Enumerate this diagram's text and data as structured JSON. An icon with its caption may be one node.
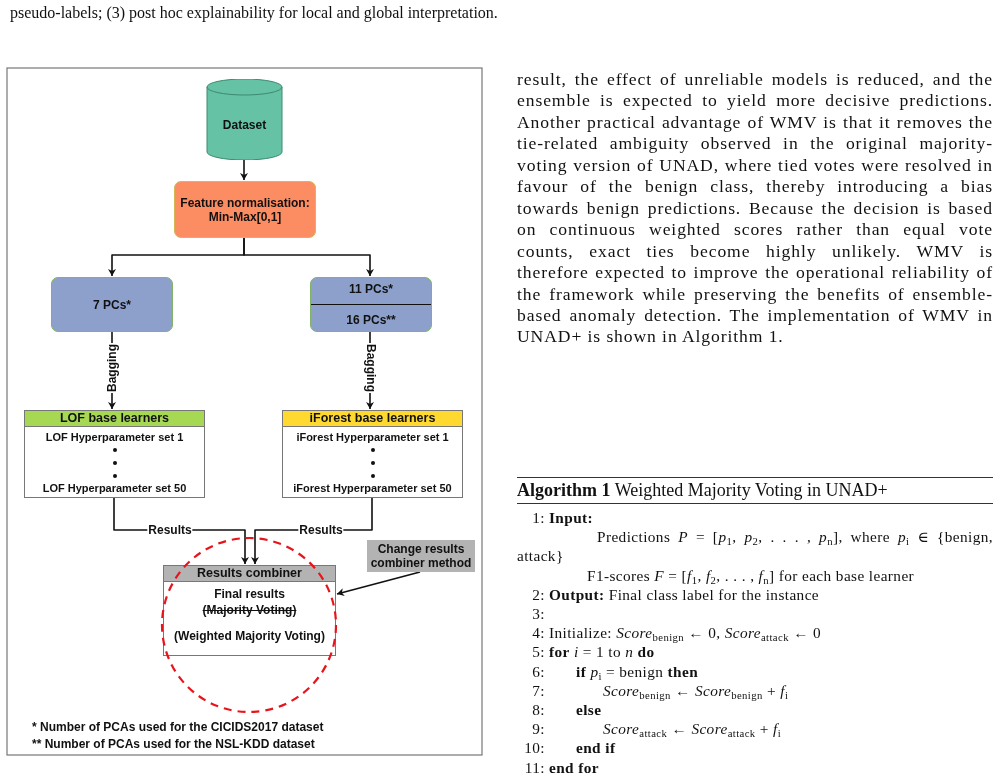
{
  "diagram": {
    "nodes": [
      {
        "text": [
          "Dataset"
        ]
      },
      {
        "text": [
          "Feature normalisation: Min-Max[0,1]"
        ]
      },
      {
        "text": [
          "7 PCs*"
        ]
      },
      {
        "text": [
          "11 PCs*",
          "16 PCs**"
        ]
      },
      {
        "text": [
          "LOF base learners",
          "LOF Hyperparameter set 1",
          "LOF Hyperparameter set 50"
        ]
      },
      {
        "text": [
          "iForest base learners",
          "iForest Hyperparameter set 1",
          "iForest Hyperparameter set 50"
        ]
      },
      {
        "text": [
          "Results combiner",
          "Final results",
          "(Majority Voting)",
          "(Weighted Majority Voting)"
        ]
      },
      {
        "text": [
          "Change results combiner method"
        ]
      }
    ],
    "edges": [
      {
        "from": 0,
        "to": 1,
        "arrow": "to"
      },
      {
        "from": 1,
        "to": 2,
        "arrow": "to"
      },
      {
        "from": 1,
        "to": 3,
        "arrow": "to"
      },
      {
        "from": 2,
        "to": 4,
        "arrow": "to",
        "label": "Bagging"
      },
      {
        "from": 3,
        "to": 5,
        "arrow": "to",
        "label": "Bagging"
      },
      {
        "from": 4,
        "to": 6,
        "arrow": "to",
        "label": "Results"
      },
      {
        "from": 5,
        "to": 6,
        "arrow": "to",
        "label": "Results"
      },
      {
        "from": 7,
        "to": 6,
        "arrow": "to"
      }
    ],
    "labels": [
      "pseudo-labels; (3) post hoc explainability for local and global interpretation.",
      "* Number of PCAs used for the CICIDS2017 dataset",
      "** Number of PCAs used for the NSL-KDD dataset",
      "result, the effect of unreliable models is reduced, and the ensemble is expected to yield more decisive predictions. Another practical advantage of WMV is that it removes the tie-related ambiguity observed in the original majority-voting version of UNAD, where tied votes were resolved in favour of the benign class, thereby introducing a bias towards benign predictions. Because the decision is based on continuous weighted scores rather than equal vote counts, exact ties become highly unlikely. WMV is therefore expected to improve the operational reliability of the framework while preserving the benefits of ensemble-based anomaly detection. The implementation of WMV in UNAD+ is shown in Algorithm 1.",
      "**Algorithm 1** Weighted Majority Voting in UNAD+",
      "1:",
      "**Input:**",
      "Predictions *P* = [*p*$_{1}$, *p*$_{2}$, . . . , *p*$_{n}$], where *p*$_{i}$ ∈ {benign, attack}",
      "F1-scores *F* = [*f*$_{1}$, *f*$_{2}$, . . . , *f*$_{n}$] for each base learner",
      "2:",
      "**Output:** Final class label for the instance",
      "3:",
      "4:",
      "Initialize: *Score*$_{benign}$ ← 0, *Score*$_{attack}$ ← 0",
      "5:",
      "**for** *i* = 1 to *n* **do**",
      "6:",
      "**if** *p*$_{i}$ = benign **then**",
      "7:",
      "*Score*$_{benign}$ ← *Score*$_{benign}$ + *f*$_{i}$",
      "8:",
      "**else**",
      "9:",
      "*Score*$_{attack}$ ← *Score*$_{attack}$ + *f*$_{i}$",
      "10:",
      "**end if**",
      "11:",
      "**end for**"
    ]
  }
}
